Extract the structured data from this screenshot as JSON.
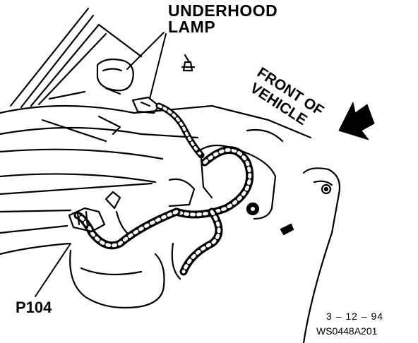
{
  "labels": {
    "lamp_line1": "UNDERHOOD",
    "lamp_line2": "LAMP",
    "front_line1": "FRONT OF",
    "front_line2": "VEHICLE",
    "connector": "P104",
    "date": "3 – 12 – 94",
    "figure_code": "WS0448A201"
  },
  "colors": {
    "ink": "#000000",
    "paper": "#ffffff"
  }
}
